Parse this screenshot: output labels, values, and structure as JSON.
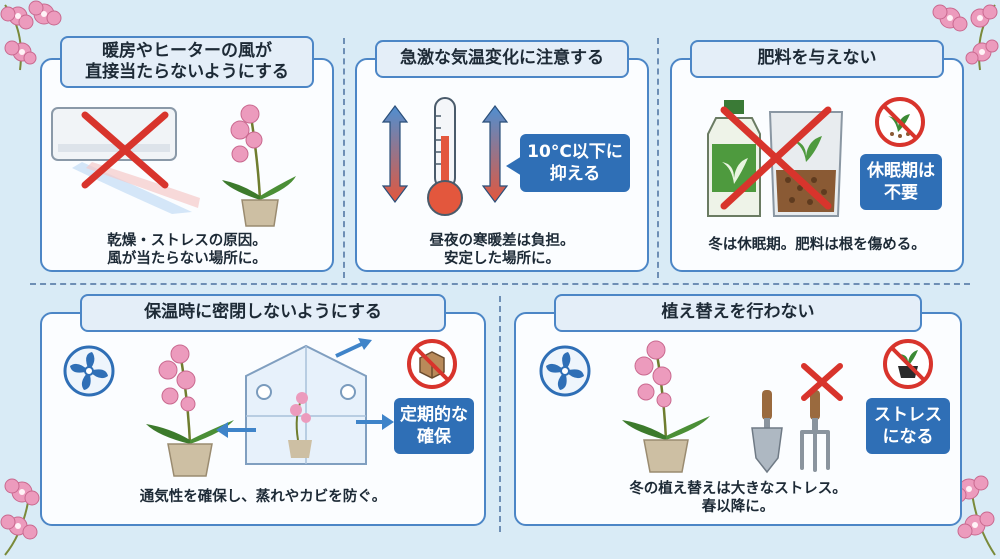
{
  "panels": [
    {
      "title_line1": "暖房やヒーターの風が",
      "title_line2": "直接当たらないようにする",
      "caption_line1": "乾燥・ストレスの原因。",
      "caption_line2": "風が当たらない場所に。"
    },
    {
      "title_line1": "急激な気温変化に注意する",
      "badge_line1": "10°C以下に",
      "badge_line2": "抑える",
      "caption_line1": "昼夜の寒暖差は負担。",
      "caption_line2": "安定した場所に。"
    },
    {
      "title_line1": "肥料を与えない",
      "badge_line1": "休眠期は",
      "badge_line2": "不要",
      "caption_line1": "冬は休眠期。肥料は根を傷める。"
    },
    {
      "title_line1": "保温時に密閉しないようにする",
      "badge_line1": "定期的な",
      "badge_line2": "確保",
      "caption_line1": "通気性を確保し、蒸れやカビを防ぐ。"
    },
    {
      "title_line1": "植え替えを行わない",
      "badge_line1": "ストレス",
      "badge_line2": "になる",
      "caption_line1": "冬の植え替えは大きなストレス。",
      "caption_line2": "春以降に。"
    }
  ],
  "colors": {
    "background": "#d9ebf6",
    "border": "#4c86c6",
    "badge": "#2f6fb6",
    "prohibit_red": "#d8342c",
    "orchid_pink": "#e98bb0"
  },
  "icons": [
    "orchid-corner-icon",
    "air-conditioner-icon",
    "prohibit-cross-icon",
    "orchid-pot-icon",
    "thermometer-icon",
    "up-down-arrows-icon",
    "fertilizer-bottle-icon",
    "fertilizer-bag-icon",
    "no-fertilizer-icon",
    "fan-icon",
    "greenhouse-icon",
    "no-sealed-box-icon",
    "trowel-icon",
    "fork-icon",
    "no-repotting-icon"
  ]
}
